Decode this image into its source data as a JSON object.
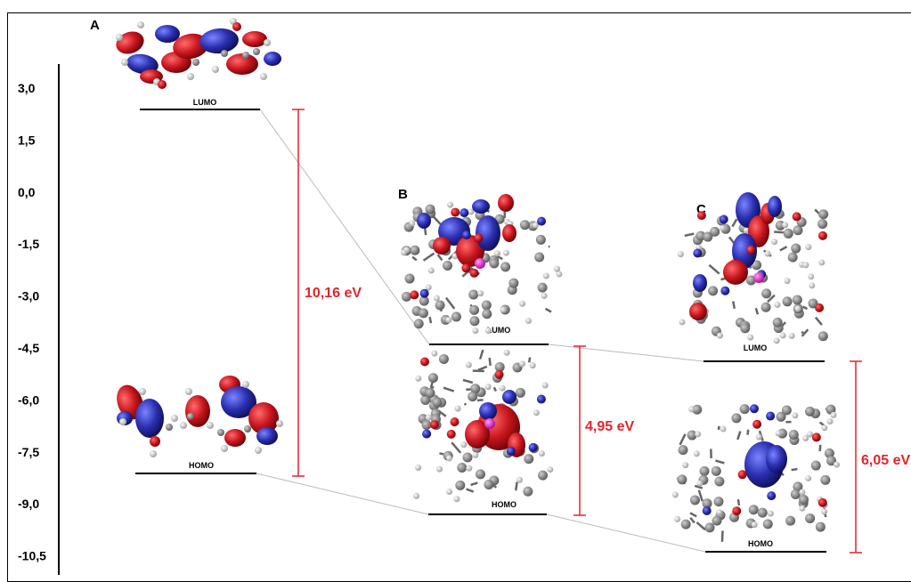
{
  "chart_data": {
    "type": "energy-level-diagram",
    "yticks": [
      "3,0",
      "1,5",
      "0,0",
      "-1,5",
      "-3,0",
      "-4,5",
      "-6,0",
      "-7,5",
      "-9,0",
      "-10,5"
    ],
    "panels": [
      {
        "label": "A",
        "lumo_label": "LUMO",
        "homo_label": "HOMO",
        "gap_label": "10,16 eV"
      },
      {
        "label": "B",
        "lumo_label": "LUMO",
        "homo_label": "HOMO",
        "gap_label": "4,95 eV"
      },
      {
        "label": "C",
        "lumo_label": "LUMO",
        "homo_label": "HOMO",
        "gap_label": "6,05 eV"
      }
    ]
  },
  "colors": {
    "gap": "#e0262b",
    "lobe_red": "#c8161e",
    "lobe_blue": "#2b2fb0",
    "carbon": "#7a7a7a",
    "hydrogen": "#f2f2f2",
    "metal": "#e020d0"
  }
}
